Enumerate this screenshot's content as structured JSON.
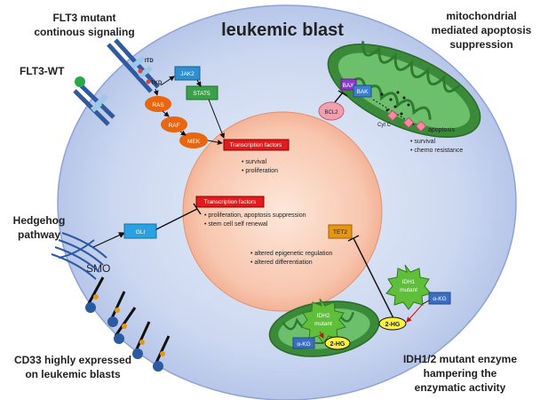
{
  "labels": {
    "title": "leukemic blast",
    "flt3_mutant_line1": "FLT3 mutant",
    "flt3_mutant_line2": "continous signaling",
    "flt3_wt": "FLT3-WT",
    "mito_line1": "mitochondrial",
    "mito_line2": "mediated apoptosis",
    "mito_line3": "suppression",
    "hedgehog_line1": "Hedgehog",
    "hedgehog_line2": "pathway",
    "smo": "SMO",
    "cd33_line1": "CD33 highly expressed",
    "cd33_line2": "on leukemic blasts",
    "idh_line1": "IDH1/2 mutant enzyme",
    "idh_line2": "hampering the",
    "idh_line3": "enzymatic activity",
    "itd": "ITD",
    "tkd": "TKD"
  },
  "boxes": {
    "jak2": "JAK2",
    "stat5": "STAT5",
    "gli": "GLI",
    "tet2": "TET2",
    "bax": "BAX",
    "bak": "BAK",
    "a_kg_top": "α-KG",
    "a_kg_bottom": "α-KG"
  },
  "ovals": {
    "ras": "RAS",
    "raf": "RAF",
    "mek": "MEK",
    "bcl2": "BCL2",
    "two_hg_right": "2-HG",
    "two_hg_left": "2-HG"
  },
  "stars": {
    "idh1_line1": "IDH1",
    "idh1_line2": "mutant",
    "idh2_line1": "IDH2",
    "idh2_line2": "mutant"
  },
  "tf_boxes": {
    "tf1": "Transcription factors",
    "tf2": "Transcription factors"
  },
  "bullets": {
    "tf1": [
      "survival",
      "proliferation"
    ],
    "tf2": [
      "proliferation, apoptosis suppression",
      "stem cell self renewal"
    ],
    "tet2": [
      "altered epigenetic regulation",
      "altered differentiation"
    ],
    "mito": [
      "survival",
      "chemo resistance"
    ]
  },
  "mito_text": {
    "cyt_c": "Cyt C",
    "apoptosis": "apoptosis"
  }
}
